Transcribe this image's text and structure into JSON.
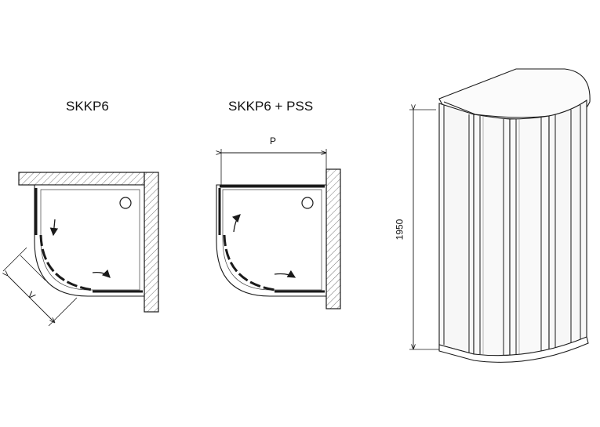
{
  "panels": {
    "left": {
      "label": "SKKP6",
      "dimension_label": "V"
    },
    "middle": {
      "label": "SKKP6 + PSS",
      "dimension_label": "P"
    },
    "right": {
      "height_label": "1950"
    }
  },
  "colors": {
    "line": "#1a1a1a",
    "hatch": "#666666",
    "glass": "#f7f7f7"
  }
}
